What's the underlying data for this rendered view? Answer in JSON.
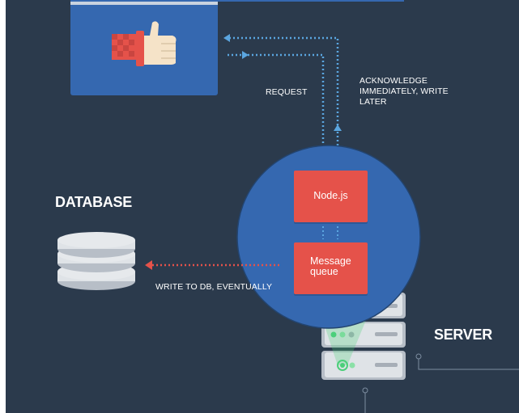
{
  "labels": {
    "request": "REQUEST",
    "acknowledge": "ACKNOWLEDGE\nIMMEDIATELY, WRITE\nLATER",
    "database": "DATABASE",
    "write_db": "WRITE TO DB, EVENTUALLY",
    "server": "SERVER"
  },
  "boxes": {
    "nodejs": "Node.js",
    "queue": "Message\nqueue"
  },
  "icons": {
    "client": "thumbs-up-icon",
    "database": "database-icon",
    "server": "server-rack-icon"
  },
  "colors": {
    "background": "#2b3a4c",
    "accent_blue": "#3568b0",
    "accent_red": "#e5524a",
    "arrow_blue": "#5ba6e0",
    "arrow_red": "#e5524a",
    "server_green": "#4ccf7a"
  }
}
